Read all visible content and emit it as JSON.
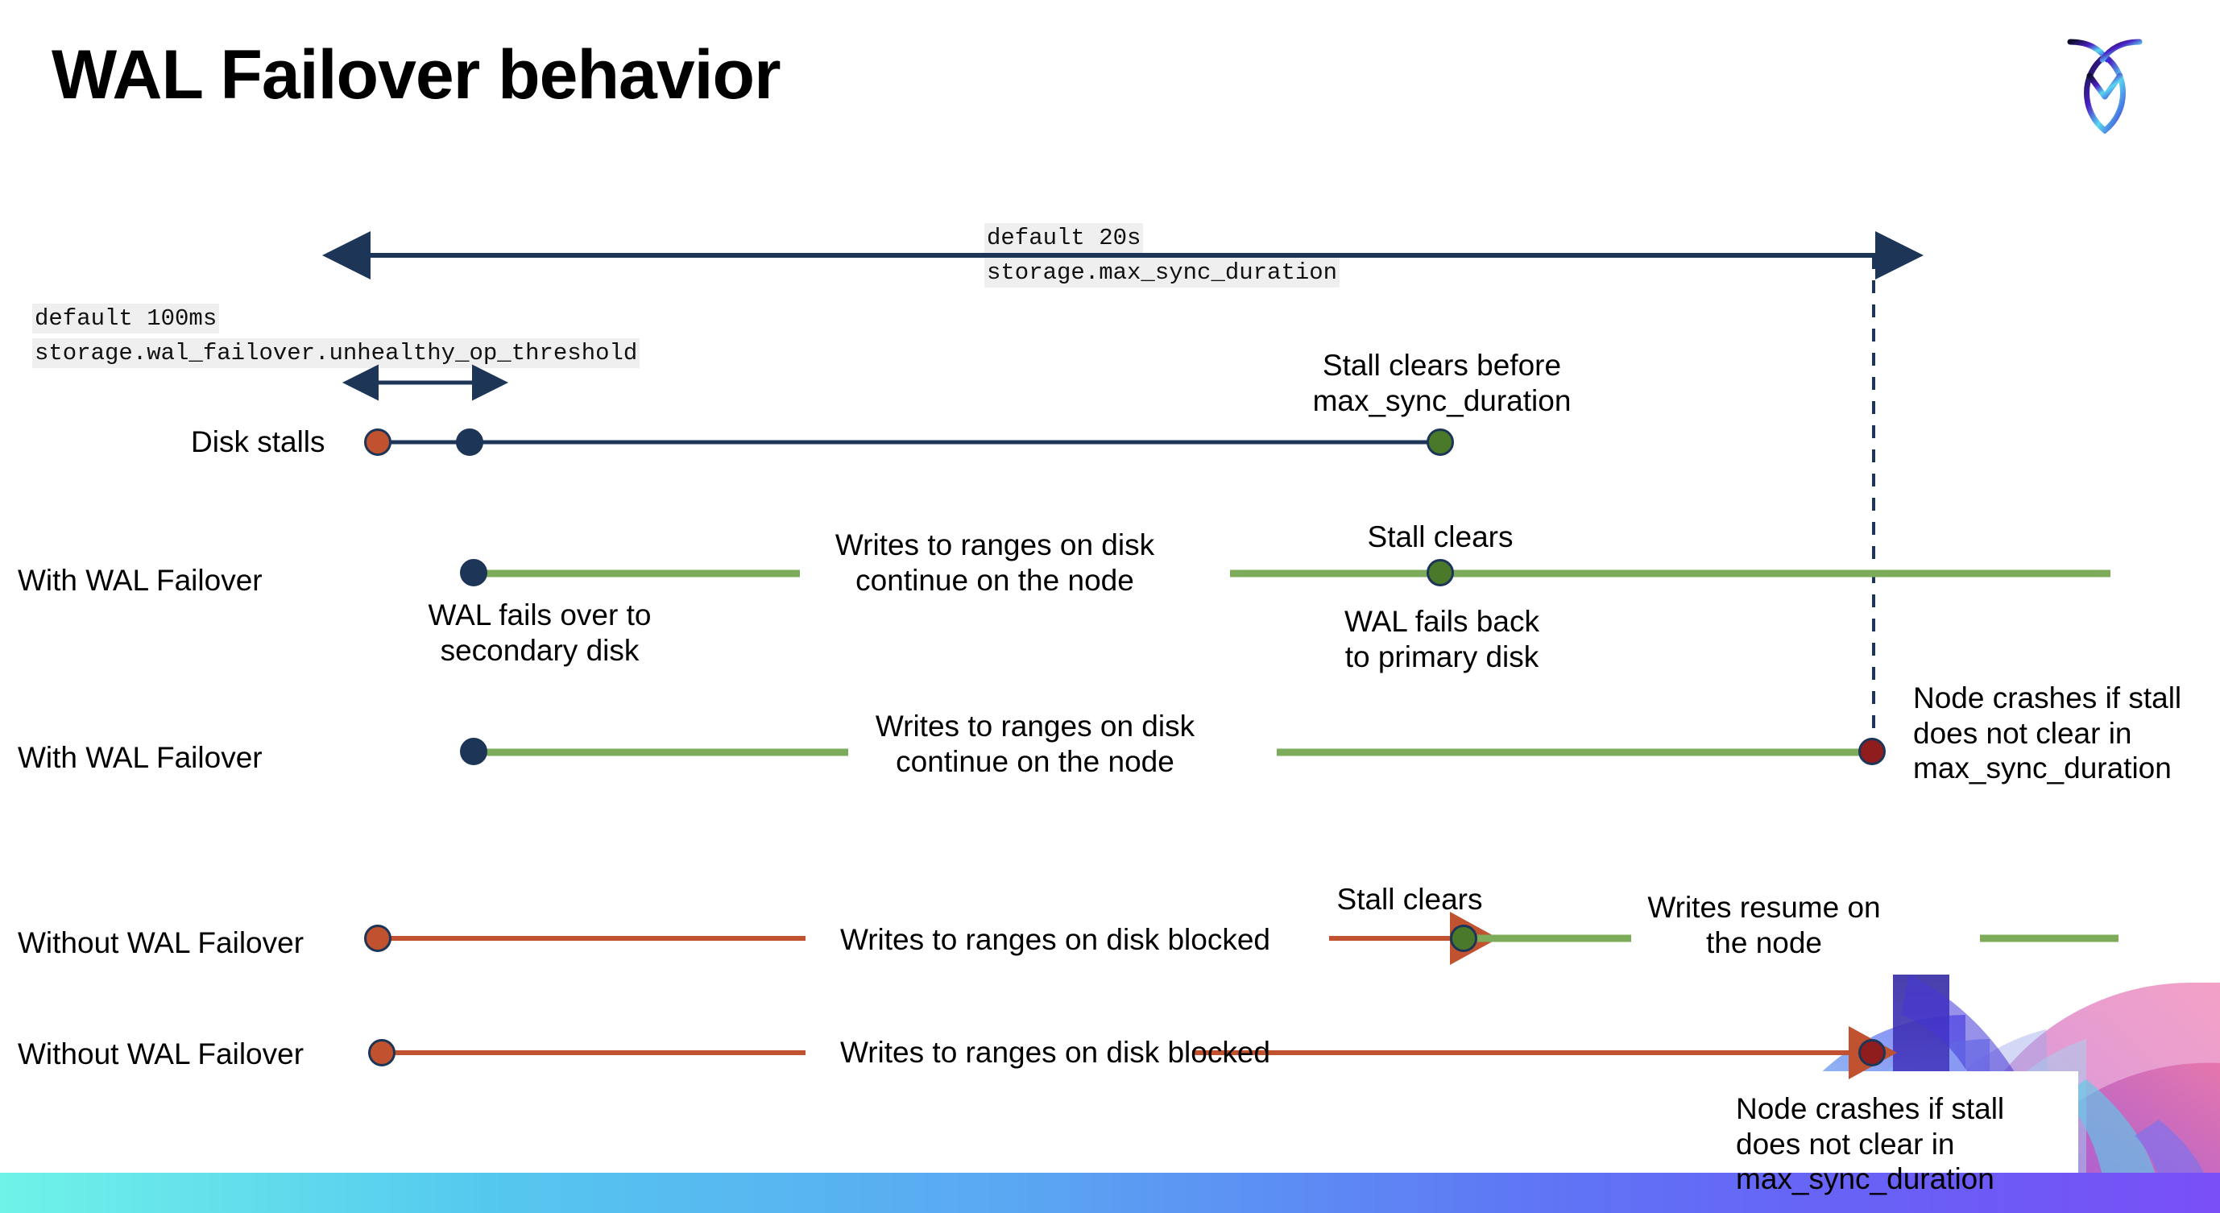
{
  "slide": {
    "title": "WAL Failover behavior",
    "logo_name": "cockroach-labs-logo"
  },
  "colors": {
    "navy": "#1d3557",
    "green_line": "#7aa martinez",
    "green": "#7cab5a",
    "green_dot": "#4a7a29",
    "orange": "#c0522f",
    "dark_red": "#8f1d1d",
    "code_bg": "#efefef",
    "bottom_bar_from": "#6ff3e8",
    "bottom_bar_to": "#7a4ff7"
  },
  "annotations": {
    "max_sync": {
      "default": "default 20s",
      "setting": "storage.max_sync_duration"
    },
    "unhealthy": {
      "default": "default 100ms",
      "setting": "storage.wal_failover.unhealthy_op_threshold"
    }
  },
  "rows": [
    {
      "id": "disk-stalls",
      "label": "Disk stalls",
      "notes": [
        {
          "id": "stall-clears-before",
          "text": "Stall clears before\nmax_sync_duration"
        }
      ]
    },
    {
      "id": "with-wal-failover-1",
      "label": "With WAL Failover",
      "notes": [
        {
          "id": "writes-continue",
          "text": "Writes to ranges on disk\ncontinue on the node"
        },
        {
          "id": "wal-fails-over",
          "text": "WAL fails over to\nsecondary disk"
        },
        {
          "id": "stall-clears",
          "text": "Stall clears"
        },
        {
          "id": "wal-fails-back",
          "text": "WAL fails  back\nto primary disk"
        }
      ]
    },
    {
      "id": "with-wal-failover-2",
      "label": "With WAL Failover",
      "notes": [
        {
          "id": "writes-continue-2",
          "text": "Writes to ranges on disk\ncontinue on the node"
        },
        {
          "id": "node-crashes-1",
          "text": "Node crashes if stall\ndoes not clear in\nmax_sync_duration"
        }
      ]
    },
    {
      "id": "without-wal-failover-1",
      "label": "Without WAL Failover",
      "notes": [
        {
          "id": "writes-blocked-1",
          "text": "Writes to ranges on disk  blocked"
        },
        {
          "id": "stall-clears-2",
          "text": "Stall clears"
        },
        {
          "id": "writes-resume",
          "text": "Writes resume on\nthe node"
        }
      ]
    },
    {
      "id": "without-wal-failover-2",
      "label": "Without WAL Failover",
      "notes": [
        {
          "id": "writes-blocked-2",
          "text": "Writes to ranges on disk  blocked"
        },
        {
          "id": "node-crashes-2",
          "text": "Node crashes if stall\ndoes not clear in\nmax_sync_duration"
        }
      ]
    }
  ]
}
